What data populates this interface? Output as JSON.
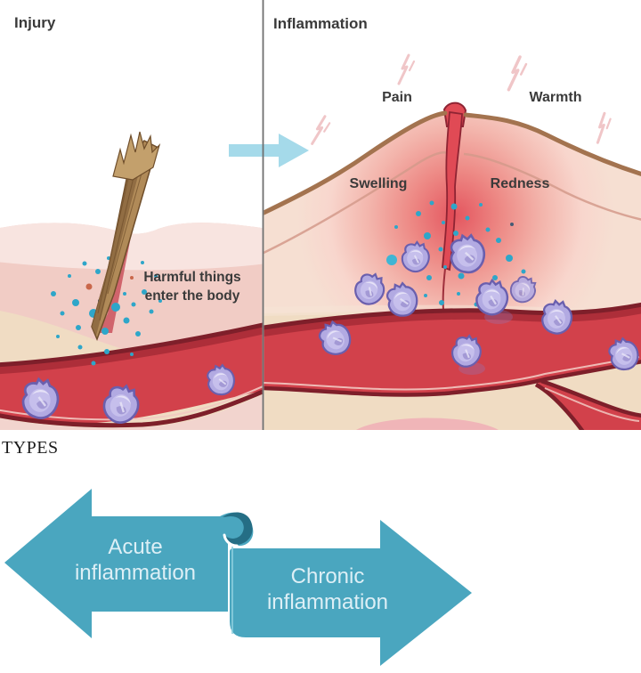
{
  "illustration": {
    "left_panel": {
      "title": "Injury",
      "caption_line1": "Harmful things",
      "caption_line2": "enter the body"
    },
    "right_panel": {
      "title": "Inflammation",
      "pain": "Pain",
      "warmth": "Warmth",
      "swelling": "Swelling",
      "redness": "Redness"
    }
  },
  "types_section": {
    "heading": "TYPES",
    "acute_arrow": {
      "line1": "Acute",
      "line2": "inflammation",
      "direction": "left"
    },
    "chronic_arrow": {
      "line1": "Chronic",
      "line2": "inflammation",
      "direction": "right"
    }
  },
  "colors": {
    "type_arrow_teal": "#4AA6BF",
    "type_arrow_curl_shadow": "#256E85",
    "transition_arrow_blue": "#A5DAEA",
    "skin_outline_brown": "#A3734F",
    "vessel_red": "#D2414B",
    "vessel_outline_dark": "#7E1F2A",
    "wbc_purple": "#B2AAE2",
    "bacteria_teal": "#2EA6C9",
    "label_text": "#3A3A3A",
    "lightning_pink": "#F0C6C8",
    "divider_gray": "#6F6F6F"
  }
}
